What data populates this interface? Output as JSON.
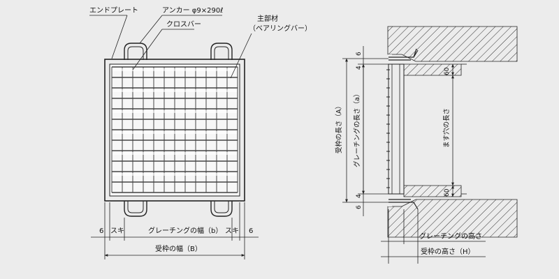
{
  "plan_labels": {
    "end_plate": "エンドプレート",
    "anchor": "アンカー φ9×290ℓ",
    "cross_bar": "クロスバー",
    "main_member": "主部材",
    "bearing_bar": "（ベアリングバー）"
  },
  "plan_dims": {
    "six_left": "6",
    "suki_left": "スキ",
    "grating_width": "グレーチングの幅（b）",
    "suki_right": "スキ",
    "six_right": "6",
    "frame_width": "受枠の幅（B）"
  },
  "section_dims": {
    "six_top": "6",
    "four_top": "4",
    "four_bottom": "4",
    "six_bottom": "6",
    "frame_length": "受枠の長さ（A）",
    "grating_length": "グレーチングの長さ（a）",
    "sixty_top": "60",
    "sixty_bottom": "60",
    "pit_length": "ます穴の長さ",
    "grating_height": "グレーチングの高さ",
    "frame_height": "受枠の高さ（H）"
  },
  "colors": {
    "background": "#ececec",
    "line": "#222222",
    "grid_light": "#ffffff"
  }
}
